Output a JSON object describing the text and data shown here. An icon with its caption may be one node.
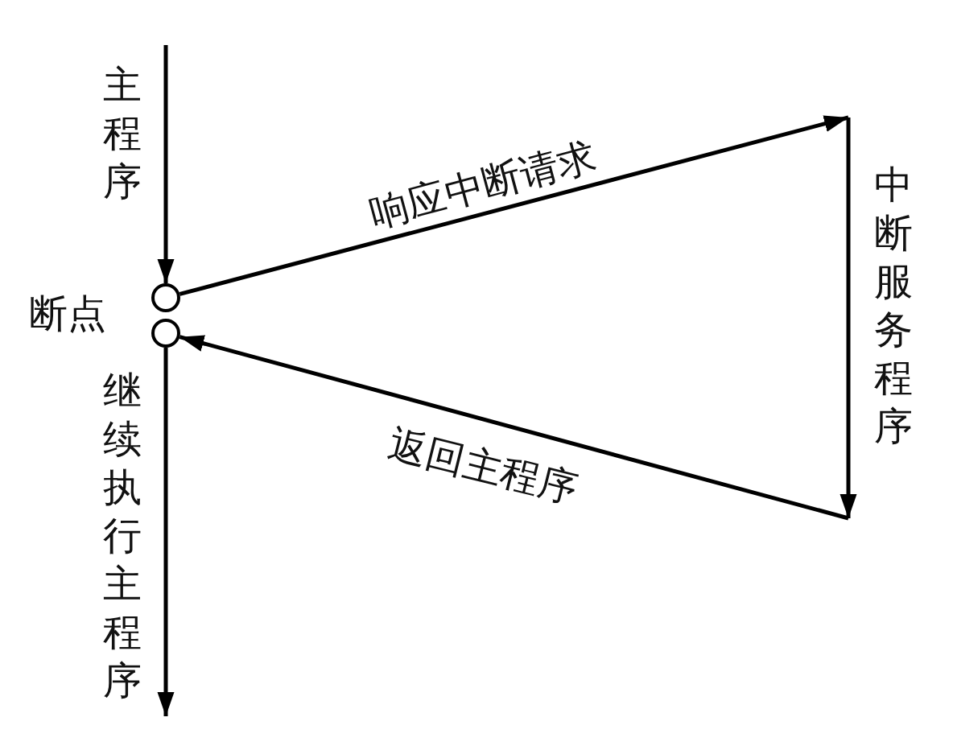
{
  "diagram": {
    "nodes": [
      {
        "text": [],
        "shape": "circle"
      },
      {
        "text": [],
        "shape": "circle"
      }
    ],
    "edges": [
      {
        "from": null,
        "to": 0,
        "arrow": "to",
        "label": "主程序"
      },
      {
        "from": 0,
        "to": null,
        "arrow": "to",
        "label": "响应中断请求"
      },
      {
        "from": null,
        "to": 1,
        "arrow": "to",
        "label": "返回主程序"
      },
      {
        "from": 1,
        "to": null,
        "arrow": "to",
        "label": "继续执行主程序"
      }
    ],
    "labels": [
      "断点",
      "中断服务程序"
    ]
  }
}
